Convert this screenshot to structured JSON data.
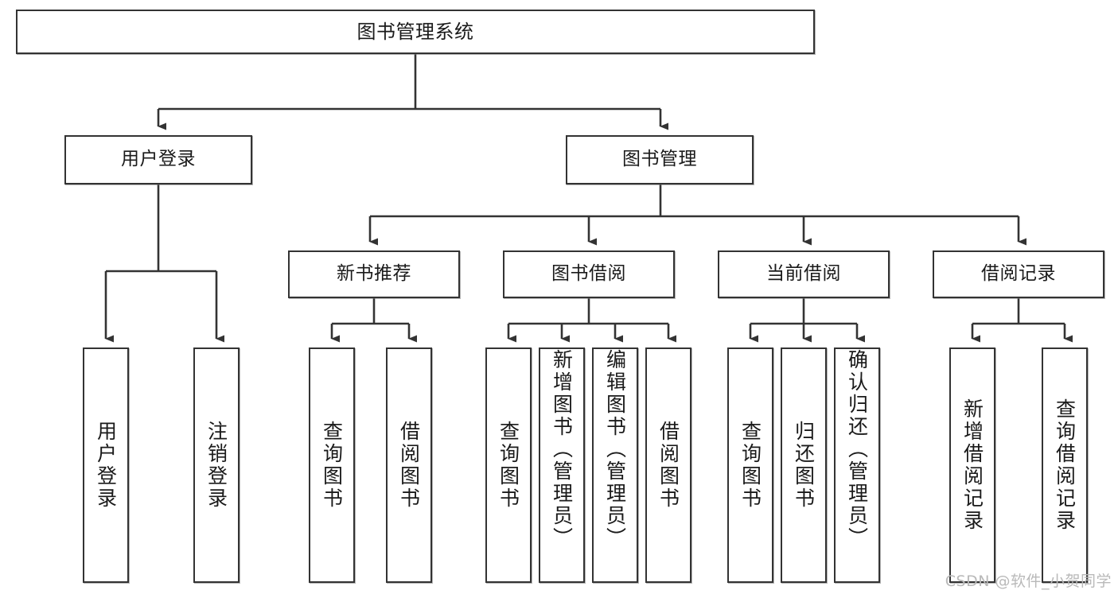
{
  "diagram": {
    "title": "图书管理系统",
    "type": "tree-hierarchy",
    "watermark": "CSDN @软件_小贺同学",
    "colors": {
      "box_border": "#333333",
      "box_fill": "#ffffff",
      "connector": "#333333",
      "text": "#1a1a1a",
      "watermark": "#b9b9b9",
      "background": "#ffffff"
    }
  },
  "nodes": {
    "root": {
      "label": "图书管理系统"
    },
    "level2": [
      {
        "id": "user-login",
        "label": "用户登录"
      },
      {
        "id": "book-manage",
        "label": "图书管理"
      }
    ],
    "level3": [
      {
        "id": "new-book-recommend",
        "label": "新书推荐"
      },
      {
        "id": "book-borrow",
        "label": "图书借阅"
      },
      {
        "id": "current-borrow",
        "label": "当前借阅"
      },
      {
        "id": "borrow-record",
        "label": "借阅记录"
      }
    ],
    "leaves": [
      {
        "id": "leaf-user-login",
        "label": "用户登录",
        "parent": "user-login"
      },
      {
        "id": "leaf-logout-login",
        "label": "注销登录",
        "parent": "user-login"
      },
      {
        "id": "leaf-query-book-1",
        "label": "查询图书",
        "parent": "new-book-recommend"
      },
      {
        "id": "leaf-borrow-book-1",
        "label": "借阅图书",
        "parent": "new-book-recommend"
      },
      {
        "id": "leaf-query-book-2",
        "label": "查询图书",
        "parent": "book-borrow"
      },
      {
        "id": "leaf-add-book",
        "label": "新增图书（管理员）",
        "parent": "book-borrow"
      },
      {
        "id": "leaf-edit-book",
        "label": "编辑图书（管理员）",
        "parent": "book-borrow"
      },
      {
        "id": "leaf-borrow-book-2",
        "label": "借阅图书",
        "parent": "book-borrow"
      },
      {
        "id": "leaf-query-book-3",
        "label": "查询图书",
        "parent": "current-borrow"
      },
      {
        "id": "leaf-return-book",
        "label": "归还图书",
        "parent": "current-borrow"
      },
      {
        "id": "leaf-confirm-return",
        "label": "确认归还（管理员）",
        "parent": "current-borrow"
      },
      {
        "id": "leaf-add-record",
        "label": "新增借阅记录",
        "parent": "borrow-record"
      },
      {
        "id": "leaf-query-record",
        "label": "查询借阅记录",
        "parent": "borrow-record"
      }
    ]
  }
}
